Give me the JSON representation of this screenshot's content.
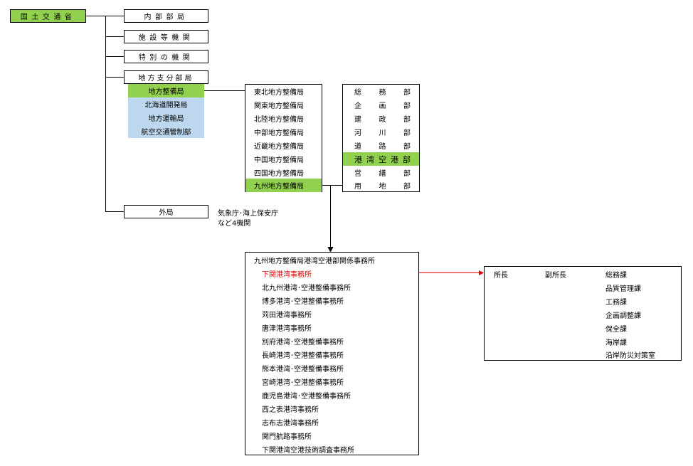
{
  "root": {
    "label": "国土交通省"
  },
  "branches": {
    "internal": "内部部局",
    "facilities": "施設等機関",
    "special": "特別の機関",
    "regional": "地方支分部局",
    "external": "外局"
  },
  "external_note": {
    "line1": "気象庁･海上保安庁",
    "line2": "など4機関"
  },
  "regional_bureaus": [
    {
      "label": "地方整備局"
    },
    {
      "label": "北海道開発局"
    },
    {
      "label": "地方運輸局"
    },
    {
      "label": "航空交通管制部"
    }
  ],
  "development_bureaus": [
    "東北地方整備局",
    "関東地方整備局",
    "北陸地方整備局",
    "中部地方整備局",
    "近畿地方整備局",
    "中国地方整備局",
    "四国地方整備局",
    "九州地方整備局"
  ],
  "departments": [
    {
      "label": "総務部",
      "chars": [
        "総",
        "務",
        "部"
      ]
    },
    {
      "label": "企画部",
      "chars": [
        "企",
        "画",
        "部"
      ]
    },
    {
      "label": "建政部",
      "chars": [
        "建",
        "政",
        "部"
      ]
    },
    {
      "label": "河川部",
      "chars": [
        "河",
        "川",
        "部"
      ]
    },
    {
      "label": "道路部",
      "chars": [
        "道",
        "路",
        "部"
      ]
    },
    {
      "label": "港湾空港部",
      "chars": [
        "港",
        "湾",
        "空",
        "港",
        "部"
      ]
    },
    {
      "label": "営繕部",
      "chars": [
        "営",
        "繕",
        "部"
      ]
    },
    {
      "label": "用地部",
      "chars": [
        "用",
        "地",
        "部"
      ]
    }
  ],
  "offices": {
    "title": "九州地方整備局港湾空港部関係事務所",
    "items": [
      "下関港湾事務所",
      "北九州港湾･空港整備事務所",
      "博多港湾･空港整備事務所",
      "苅田港湾事務所",
      "唐津港湾事務所",
      "別府港湾･空港整備事務所",
      "長崎港湾･空港整備事務所",
      "熊本港湾･空港整備事務所",
      "宮崎港湾･空港整備事務所",
      "鹿児島港湾･空港整備事務所",
      "西之表港湾事務所",
      "志布志港湾事務所",
      "関門航路事務所",
      "下関港湾空港技術調査事務所"
    ]
  },
  "org": {
    "director": "所長",
    "deputy": "副所長",
    "sections": [
      "総務課",
      "品質管理課",
      "工務課",
      "企画調整課",
      "保全課",
      "海岸課",
      "沿岸防災対策室"
    ]
  },
  "colors": {
    "highlight": "#92d050",
    "blue_fill": "#bdd7ee",
    "emphasis_text": "#e00000"
  }
}
